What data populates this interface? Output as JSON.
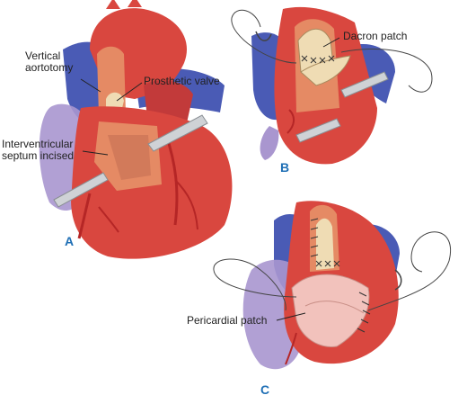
{
  "labels": {
    "vertical_aortotomy_1": "Vertical",
    "vertical_aortotomy_2": "aortotomy",
    "prosthetic_valve": "Prosthetic valve",
    "septum_1": "Interventricular",
    "septum_2": "septum incised",
    "dacron_patch": "Dacron patch",
    "pericardial_patch": "Pericardial patch"
  },
  "panels": {
    "a": "A",
    "b": "B",
    "c": "C"
  },
  "colors": {
    "heart_red": "#d9473f",
    "muscle_orange": "#e58a64",
    "vein_blue": "#4a5bb5",
    "pericardium_lilac": "#a996cf",
    "patch_tan": "#efdcb4",
    "pericardial_patch_pink": "#f2c2bc",
    "instrument_gray": "#cfd2d6",
    "panel_letter_blue": "#1f6fb5"
  }
}
